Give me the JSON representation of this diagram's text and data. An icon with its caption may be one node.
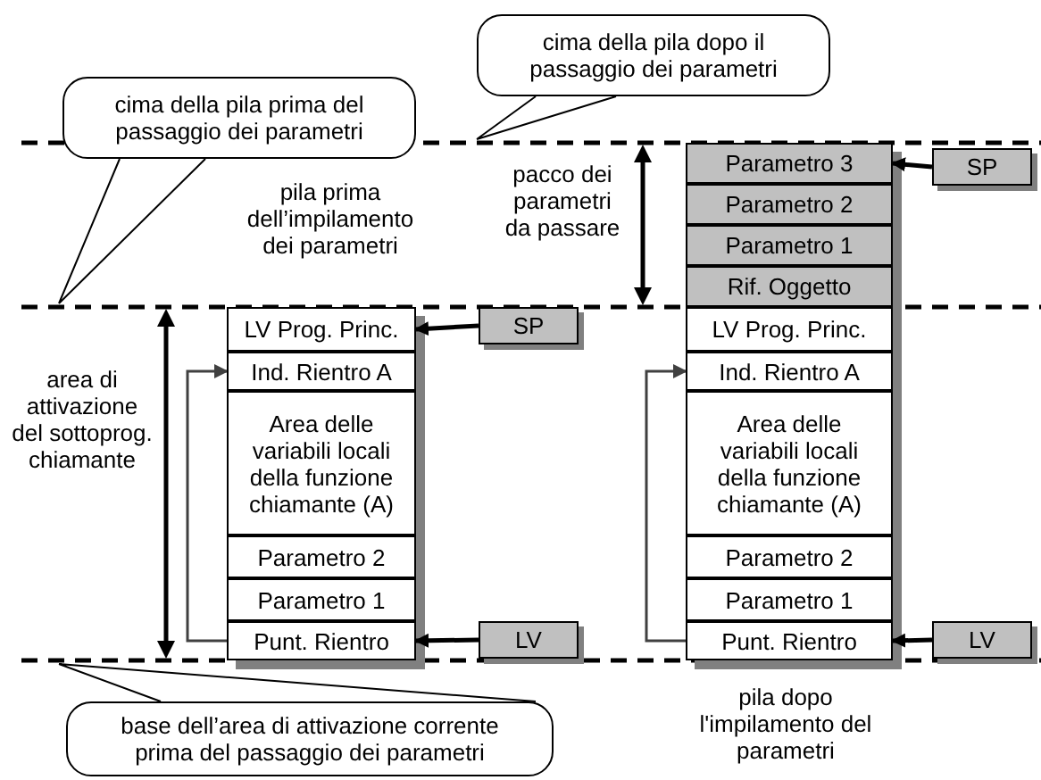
{
  "diagram": {
    "nodes": [
      {
        "text": [
          "cima della pila dopo il passaggio dei parametri"
        ]
      },
      {
        "text": [
          "cima della pila prima del passaggio dei parametri"
        ]
      },
      {
        "text": [
          "Parametro 3"
        ]
      },
      {
        "text": [
          "SP"
        ]
      },
      {
        "text": [
          "Parametro 2"
        ]
      },
      {
        "text": [
          "Parametro 1"
        ]
      },
      {
        "text": [
          "Rif. Oggetto"
        ]
      },
      {
        "text": [
          "LV Prog. Princ."
        ]
      },
      {
        "text": [
          "SP"
        ]
      },
      {
        "text": [
          "Ind. Rientro A"
        ]
      },
      {
        "text": [
          "Area delle variabili locali della  funzione chiamante (A)"
        ]
      },
      {
        "text": [
          "Parametro 2"
        ]
      },
      {
        "text": [
          "Parametro 1"
        ]
      },
      {
        "text": [
          "Punt. Rientro"
        ]
      },
      {
        "text": [
          "LV"
        ]
      },
      {
        "text": [
          "LV Prog. Princ."
        ]
      },
      {
        "text": [
          "Ind. Rientro A"
        ]
      },
      {
        "text": [
          "Area delle variabili locali della  funzione chiamante (A)"
        ]
      },
      {
        "text": [
          "Parametro 2"
        ]
      },
      {
        "text": [
          "Parametro 1"
        ]
      },
      {
        "text": [
          "Punt. Rientro"
        ]
      },
      {
        "text": [
          "LV"
        ]
      },
      {
        "text": [
          "base dell’area di attivazione corrente prima del passaggio dei parametri"
        ]
      }
    ],
    "edges": [
      {
        "from": 3,
        "to": 2,
        "arrow": "to"
      },
      {
        "from": 8,
        "to": 7,
        "arrow": "to"
      },
      {
        "from": 14,
        "to": 13,
        "arrow": "to"
      },
      {
        "from": 13,
        "to": 9,
        "arrow": "to",
        "color": "#404040"
      },
      {
        "from": 20,
        "to": 16,
        "arrow": "to",
        "color": "#404040"
      },
      {
        "from": 21,
        "to": 20,
        "arrow": "to"
      },
      {
        "from": 0,
        "to": null,
        "arrow": "none"
      },
      {
        "from": 1,
        "to": null,
        "arrow": "none"
      },
      {
        "from": 22,
        "to": null,
        "arrow": "none"
      }
    ],
    "labels": [
      "pila prima dell’impilamento dei parametri",
      "pacco dei parametri da passare",
      "area di attivazione del sottoprog. chiamante",
      "pila dopo l'impilamento del parametri"
    ]
  }
}
